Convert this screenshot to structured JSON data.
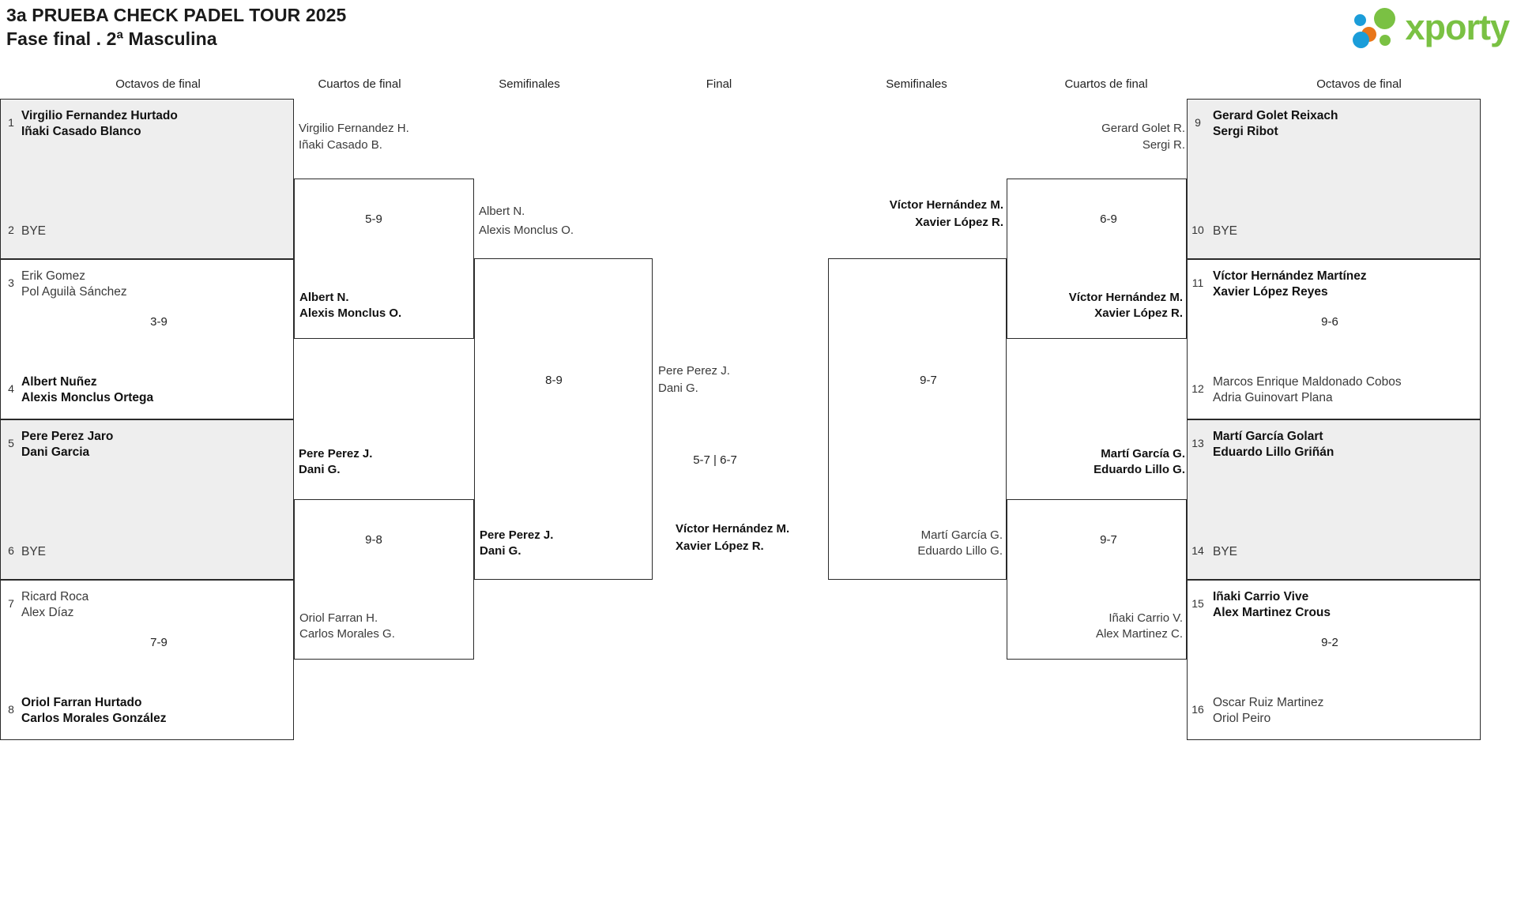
{
  "header": {
    "title_line1": "3a PRUEBA CHECK PADEL TOUR 2025",
    "title_line2": "Fase final . 2ª Masculina"
  },
  "logo": {
    "wordmark": "xporty",
    "colors": {
      "green": "#7ac143",
      "blue": "#1b9dd9",
      "orange": "#e8761a"
    }
  },
  "round_labels": {
    "left_r16": "Octavos de final",
    "left_qf": "Cuartos de final",
    "left_sf": "Semifinales",
    "final": "Final",
    "right_sf": "Semifinales",
    "right_qf": "Cuartos de final",
    "right_r16": "Octavos de final"
  },
  "left": {
    "r16": [
      {
        "seed_top": "1",
        "top_line1": "Virgilio Fernandez Hurtado",
        "top_line2": "Iñaki Casado Blanco",
        "top_winner": true,
        "seed_bottom": "2",
        "bottom_line1": "BYE",
        "bottom_line2": "",
        "bottom_winner": false,
        "score": "",
        "shaded": true
      },
      {
        "seed_top": "3",
        "top_line1": "Erik Gomez",
        "top_line2": "Pol Aguilà Sánchez",
        "top_winner": false,
        "seed_bottom": "4",
        "bottom_line1": "Albert Nuñez",
        "bottom_line2": "Alexis Monclus Ortega",
        "bottom_winner": true,
        "score": "3-9",
        "shaded": false
      },
      {
        "seed_top": "5",
        "top_line1": "Pere Perez Jaro",
        "top_line2": "Dani Garcia",
        "top_winner": true,
        "seed_bottom": "6",
        "bottom_line1": "BYE",
        "bottom_line2": "",
        "bottom_winner": false,
        "score": "",
        "shaded": true
      },
      {
        "seed_top": "7",
        "top_line1": "Ricard Roca",
        "top_line2": "Alex Díaz",
        "top_winner": false,
        "seed_bottom": "8",
        "bottom_line1": "Oriol Farran Hurtado",
        "bottom_line2": "Carlos Morales González",
        "bottom_winner": true,
        "score": "7-9",
        "shaded": false
      }
    ],
    "qf": [
      {
        "top_line1": "Virgilio Fernandez H.",
        "top_line2": "Iñaki Casado B.",
        "top_winner": false,
        "bottom_line1": "Albert N.",
        "bottom_line2": "Alexis Monclus O.",
        "bottom_winner": true,
        "score": "5-9"
      },
      {
        "top_line1": "Pere Perez J.",
        "top_line2": "Dani G.",
        "top_winner": true,
        "bottom_line1": "Oriol Farran H.",
        "bottom_line2": "Carlos Morales G.",
        "bottom_winner": false,
        "score": "9-8"
      }
    ],
    "sf": [
      {
        "top_line1": "Albert N.",
        "top_line2": "Alexis Monclus O.",
        "top_winner": false,
        "bottom_line1": "Pere Perez J.",
        "bottom_line2": "Dani G.",
        "bottom_winner": true,
        "score": "8-9"
      }
    ]
  },
  "final": {
    "top_line1": "Pere Perez J.",
    "top_line2": "Dani G.",
    "top_winner": false,
    "bottom_line1": "Víctor Hernández M.",
    "bottom_line2": "Xavier López R.",
    "bottom_winner": true,
    "score": "5-7 | 6-7"
  },
  "right": {
    "sf": [
      {
        "top_line1": "Víctor Hernández M.",
        "top_line2": "Xavier López R.",
        "top_winner": true,
        "bottom_line1": "Martí García G.",
        "bottom_line2": "Eduardo Lillo G.",
        "bottom_winner": false,
        "score": "9-7"
      }
    ],
    "qf": [
      {
        "top_line1": "Gerard Golet R.",
        "top_line2": "Sergi R.",
        "top_winner": false,
        "bottom_line1": "Víctor Hernández M.",
        "bottom_line2": "Xavier López R.",
        "bottom_winner": true,
        "score": "6-9"
      },
      {
        "top_line1": "Martí García G.",
        "top_line2": "Eduardo Lillo G.",
        "top_winner": true,
        "bottom_line1": "Iñaki Carrio V.",
        "bottom_line2": "Alex Martinez C.",
        "bottom_winner": false,
        "score": "9-7"
      }
    ],
    "r16": [
      {
        "seed_top": "9",
        "top_line1": "Gerard Golet Reixach",
        "top_line2": "Sergi Ribot",
        "top_winner": true,
        "seed_bottom": "10",
        "bottom_line1": "BYE",
        "bottom_line2": "",
        "bottom_winner": false,
        "score": "",
        "shaded": true
      },
      {
        "seed_top": "11",
        "top_line1": "Víctor Hernández Martínez",
        "top_line2": "Xavier López Reyes",
        "top_winner": true,
        "seed_bottom": "12",
        "bottom_line1": "Marcos Enrique Maldonado Cobos",
        "bottom_line2": "Adria Guinovart Plana",
        "bottom_winner": false,
        "score": "9-6",
        "shaded": false
      },
      {
        "seed_top": "13",
        "top_line1": "Martí García Golart",
        "top_line2": "Eduardo Lillo Griñán",
        "top_winner": true,
        "seed_bottom": "14",
        "bottom_line1": "BYE",
        "bottom_line2": "",
        "bottom_winner": false,
        "score": "",
        "shaded": true
      },
      {
        "seed_top": "15",
        "top_line1": "Iñaki Carrio Vive",
        "top_line2": "Alex Martinez Crous",
        "top_winner": true,
        "seed_bottom": "16",
        "bottom_line1": "Oscar Ruiz Martinez",
        "bottom_line2": "Oriol Peiro",
        "bottom_winner": false,
        "score": "9-2",
        "shaded": false
      }
    ]
  }
}
